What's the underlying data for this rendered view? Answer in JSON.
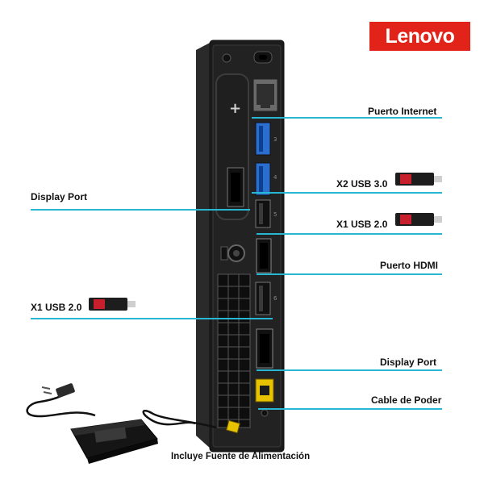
{
  "brand": {
    "name": "Lenovo",
    "color": "#e2231a"
  },
  "accent_color": "#27b7d3",
  "callouts": {
    "internet": "Puerto Internet",
    "usb30": "X2 USB 3.0",
    "usb20_right": "X1 USB 2.0",
    "hdmi": "Puerto HDMI",
    "display_port_right": "Display Port",
    "power": "Cable de Poder",
    "display_port_left": "Display Port",
    "usb20_left": "X1 USB 2.0"
  },
  "caption": "Incluye Fuente de Alimentación",
  "icons": [
    "usb-drive-icon",
    "plus-icon",
    "lock-icon",
    "ethernet-port-icon",
    "power-adapter-icon"
  ]
}
